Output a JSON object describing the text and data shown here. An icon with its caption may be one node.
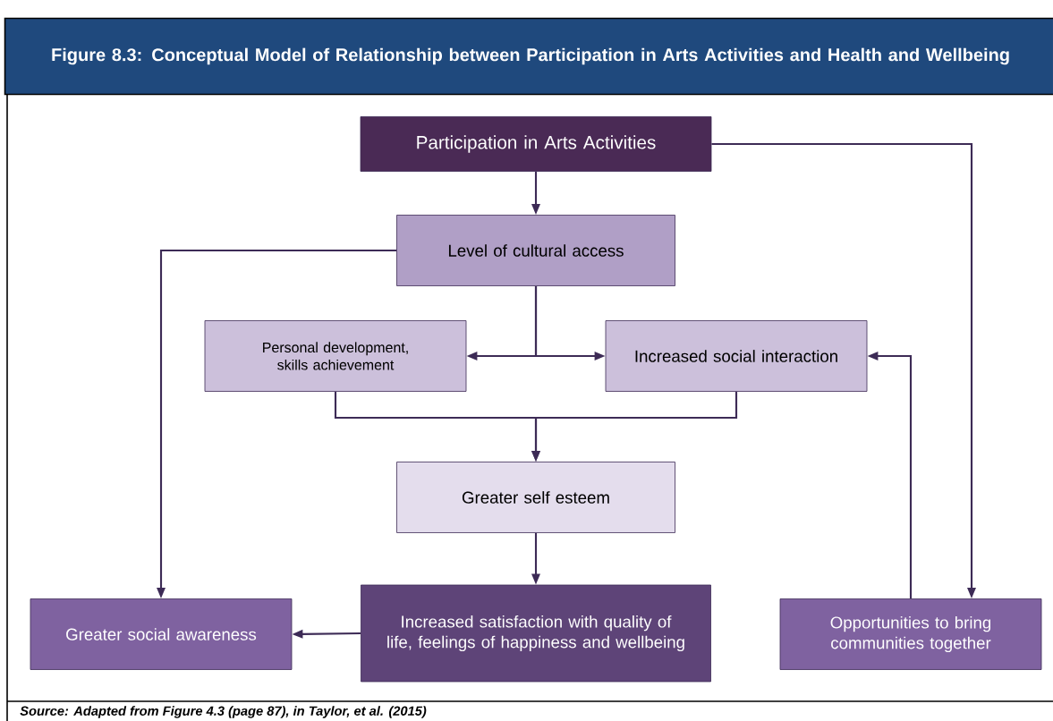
{
  "diagram": {
    "title": "Figure 8.3: Conceptual Model of Relationship between Participation in Arts Activities and Health and Wellbeing",
    "caption": "Source: Adapted from Figure 4.3 (page 87), in Taylor, et al. (2015)",
    "nodes": [
      {
        "text": [
          "Participation in Arts Activities"
        ]
      },
      {
        "text": [
          "Level of cultural access"
        ]
      },
      {
        "text": [
          "Personal development, skills achievement"
        ]
      },
      {
        "text": [
          "Increased social interaction"
        ]
      },
      {
        "text": [
          "Greater self esteem"
        ]
      },
      {
        "text": [
          "Greater social awareness"
        ]
      },
      {
        "text": [
          "Increased satisfaction with quality of life, feelings of happiness and wellbeing"
        ]
      },
      {
        "text": [
          "Opportunities to bring communities together"
        ]
      }
    ],
    "edges": [
      {
        "from": 0,
        "to": 1,
        "arrow": "to"
      },
      {
        "from": 0,
        "to": 7,
        "arrow": "to"
      },
      {
        "from": 1,
        "to": 5,
        "arrow": "to"
      },
      {
        "from": 1,
        "to": 2,
        "arrow": "to"
      },
      {
        "from": 1,
        "to": 3,
        "arrow": "to"
      },
      {
        "from": 2,
        "to": 4,
        "arrow": "to"
      },
      {
        "from": 3,
        "to": 4,
        "arrow": "to"
      },
      {
        "from": 4,
        "to": 6,
        "arrow": "to"
      },
      {
        "from": 6,
        "to": 5,
        "arrow": "to"
      },
      {
        "from": 7,
        "to": 3,
        "arrow": "to"
      }
    ]
  }
}
